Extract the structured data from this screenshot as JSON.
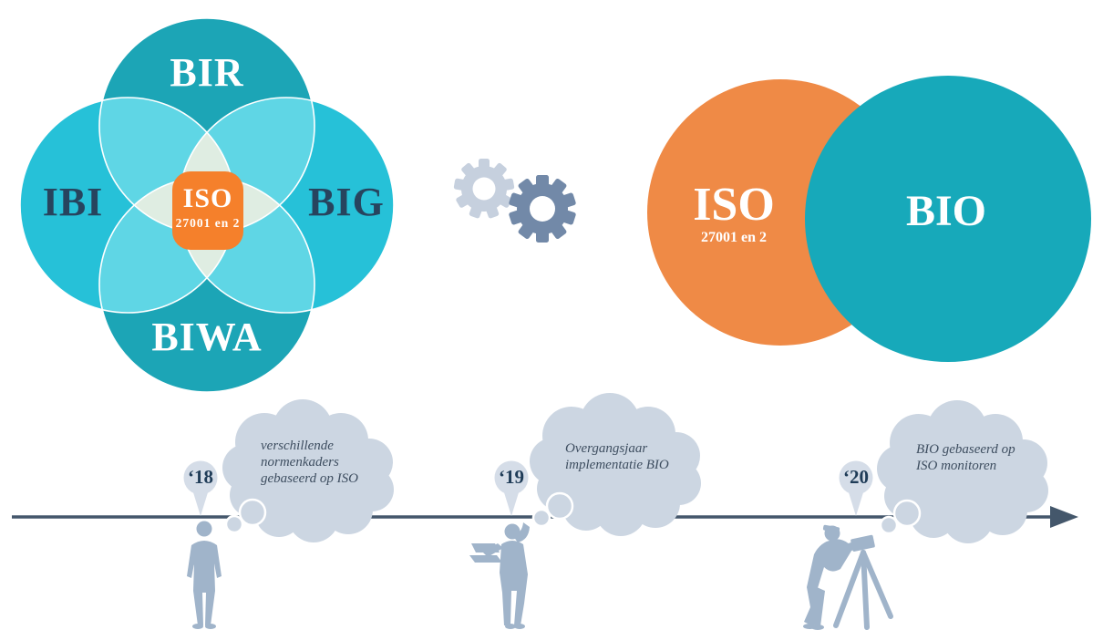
{
  "venn_left": {
    "label_top": "BIR",
    "label_left": "IBI",
    "label_right": "BIG",
    "label_bottom": "BIWA",
    "center_title": "ISO",
    "center_subtitle": "27001 en 2"
  },
  "venn_right": {
    "left_title": "ISO",
    "left_subtitle": "27001 en 2",
    "right_title": "BIO"
  },
  "timeline": {
    "markers": [
      {
        "year": "‘18",
        "note": "verschillende normenkaders gebaseerd op ISO"
      },
      {
        "year": "‘19",
        "note": "Overgangsjaar implementatie BIO"
      },
      {
        "year": "‘20",
        "note": "BIO gebaseerd op ISO monitoren"
      }
    ]
  },
  "icons": {
    "gears": "gears-icon",
    "marker_18": "map-pin-icon",
    "marker_19": "map-pin-icon",
    "marker_20": "map-pin-icon",
    "thought_cloud": "thought-cloud-icon",
    "person_2018": "person-arms-crossed-icon",
    "person_2019": "person-with-laptop-icon",
    "person_2020": "surveyor-tripod-icon",
    "arrow": "timeline-arrow-icon"
  },
  "colors": {
    "teal_dark": "#1CA5B6",
    "cyan": "#26C1D8",
    "petal_cyan": "#5FD6E5",
    "mint_center": "#DFEDE2",
    "orange_center": "#F5802B",
    "orange_circle": "#EF8A46",
    "teal_circle": "#17A9BA",
    "navy_text": "#27445E",
    "timeline_line": "#44576B",
    "cloud_gray": "#CCD6E2",
    "balloon_gray": "#D5DDE8",
    "silhouette_gray": "#A0B4CA",
    "gear_light": "#C6D0DE",
    "gear_dark": "#7289A8"
  }
}
